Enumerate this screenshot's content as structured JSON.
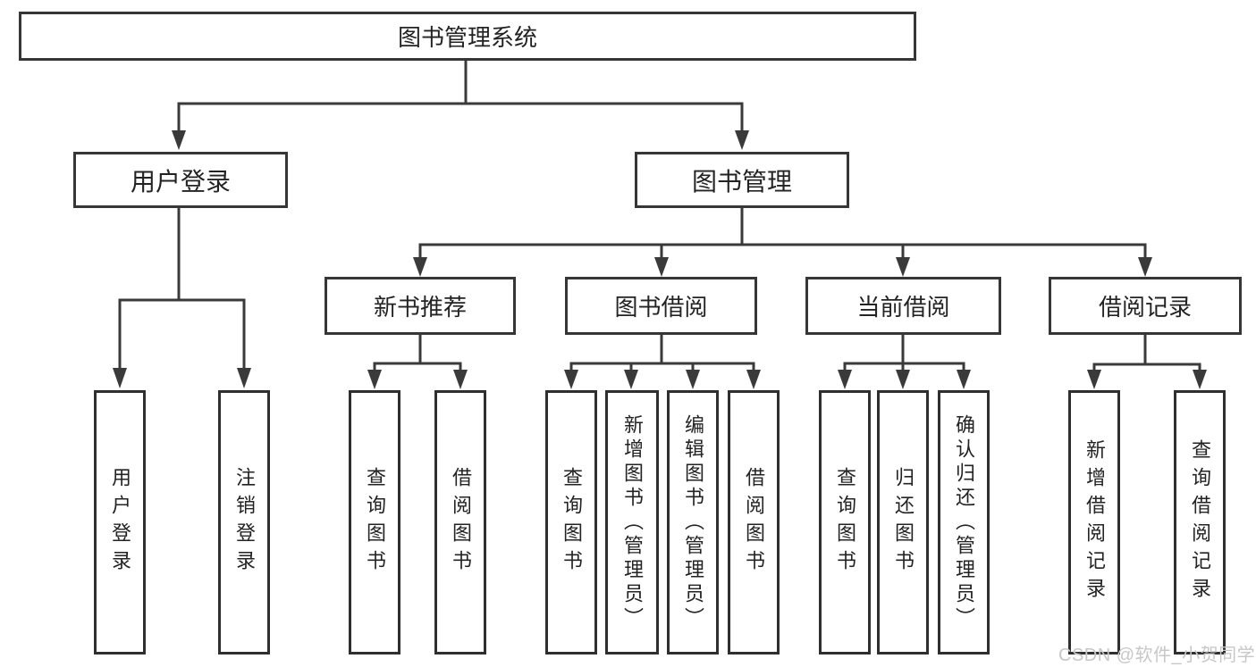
{
  "tree": {
    "root": {
      "label": "图书管理系统"
    },
    "branches": [
      {
        "label": "用户登录",
        "children": [
          {
            "label": "用户登录"
          },
          {
            "label": "注销登录"
          }
        ]
      },
      {
        "label": "图书管理",
        "children": [
          {
            "label": "新书推荐",
            "children": [
              {
                "label": "查询图书"
              },
              {
                "label": "借阅图书"
              }
            ]
          },
          {
            "label": "图书借阅",
            "children": [
              {
                "label": "查询图书"
              },
              {
                "label": "新增图书（管理员）"
              },
              {
                "label": "编辑图书（管理员）"
              },
              {
                "label": "借阅图书"
              }
            ]
          },
          {
            "label": "当前借阅",
            "children": [
              {
                "label": "查询图书"
              },
              {
                "label": "归还图书"
              },
              {
                "label": "确认归还（管理员）"
              }
            ]
          },
          {
            "label": "借阅记录",
            "children": [
              {
                "label": "新增借阅记录"
              },
              {
                "label": "查询借阅记录"
              }
            ]
          }
        ]
      }
    ]
  },
  "watermark": {
    "text": "CSDN @软件_小贺同学"
  },
  "colors": {
    "line": "#3a3a3a",
    "border": "#333333",
    "text": "#232323",
    "background": "#ffffff",
    "watermark": "#c7c7c7"
  }
}
